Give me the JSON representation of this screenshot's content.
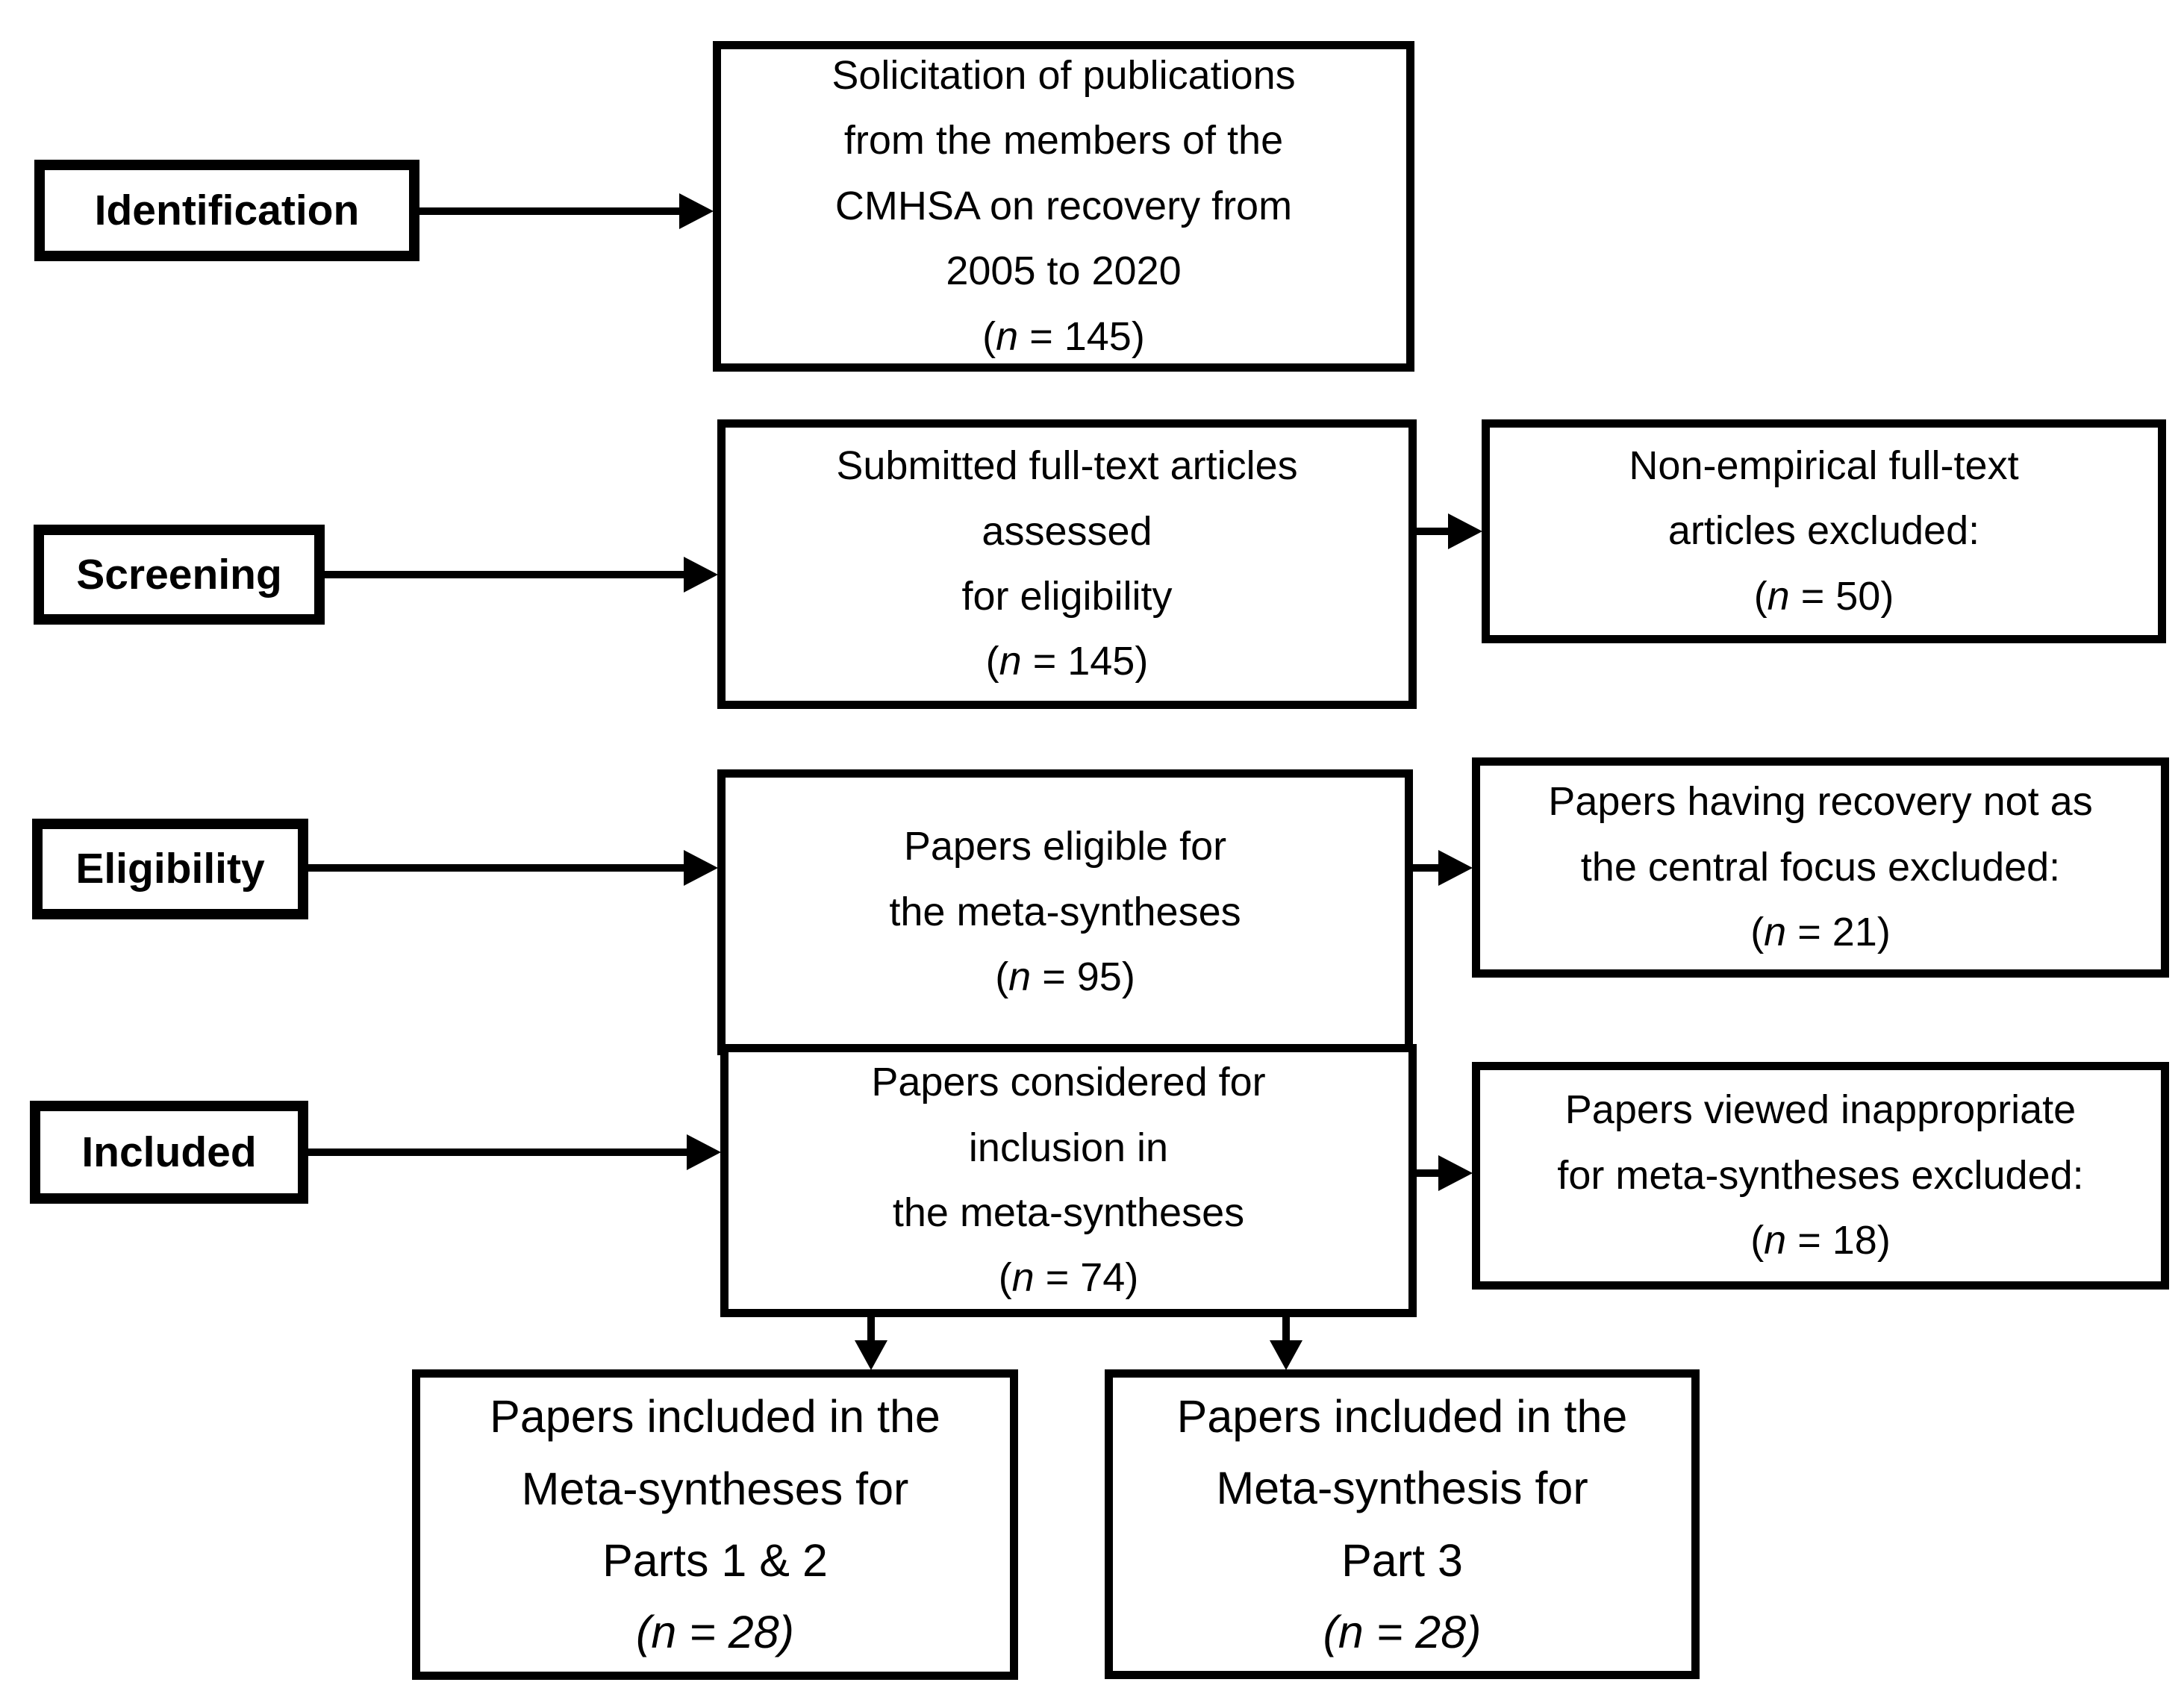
{
  "diagram": {
    "stage_labels": {
      "identification": "Identification",
      "screening": "Screening",
      "eligibility": "Eligibility",
      "included": "Included"
    },
    "boxes": {
      "solicitation": {
        "lines": [
          "Solicitation of publications",
          "from the members of the",
          "CMHSA on recovery from",
          "2005 to 2020"
        ],
        "count": {
          "open": "(",
          "var": "n",
          "rest": " = 145)"
        }
      },
      "submitted": {
        "lines": [
          "Submitted full-text articles",
          "assessed",
          "for eligibility"
        ],
        "count": {
          "open": "(",
          "var": "n",
          "rest": " = 145)"
        }
      },
      "non_empirical_excluded": {
        "lines": [
          "Non-empirical full-text",
          "articles excluded:"
        ],
        "count": {
          "open": "(",
          "var": "n",
          "rest": " = 50)"
        }
      },
      "eligible": {
        "lines": [
          "Papers eligible for",
          "the meta-syntheses"
        ],
        "count": {
          "open": "(",
          "var": "n",
          "rest": " = 95)"
        }
      },
      "recovery_not_central_excluded": {
        "lines": [
          "Papers having recovery not as",
          "the central focus excluded:"
        ],
        "count": {
          "open": "(",
          "var": "n",
          "rest": " = 21)"
        }
      },
      "considered": {
        "lines": [
          "Papers considered for",
          "inclusion in",
          "the meta-syntheses"
        ],
        "count": {
          "open": "(",
          "var": "n",
          "rest": " = 74)"
        }
      },
      "inappropriate_excluded": {
        "lines": [
          "Papers viewed inappropriate",
          "for meta-syntheses excluded:"
        ],
        "count": {
          "open": "(",
          "var": "n",
          "rest": " = 18)"
        }
      },
      "included_parts_1_2": {
        "lines": [
          "Papers included in the",
          "Meta-syntheses for",
          "Parts 1 & 2"
        ],
        "count": {
          "open": "(",
          "var": "n",
          "rest": " = 28)"
        }
      },
      "included_part_3": {
        "lines": [
          "Papers included in the",
          "Meta-synthesis for",
          "Part 3"
        ],
        "count": {
          "open": "(",
          "var": "n",
          "rest": " = 28)"
        }
      }
    },
    "colors": {
      "border": "#000000",
      "background": "#ffffff",
      "text": "#000000"
    }
  }
}
